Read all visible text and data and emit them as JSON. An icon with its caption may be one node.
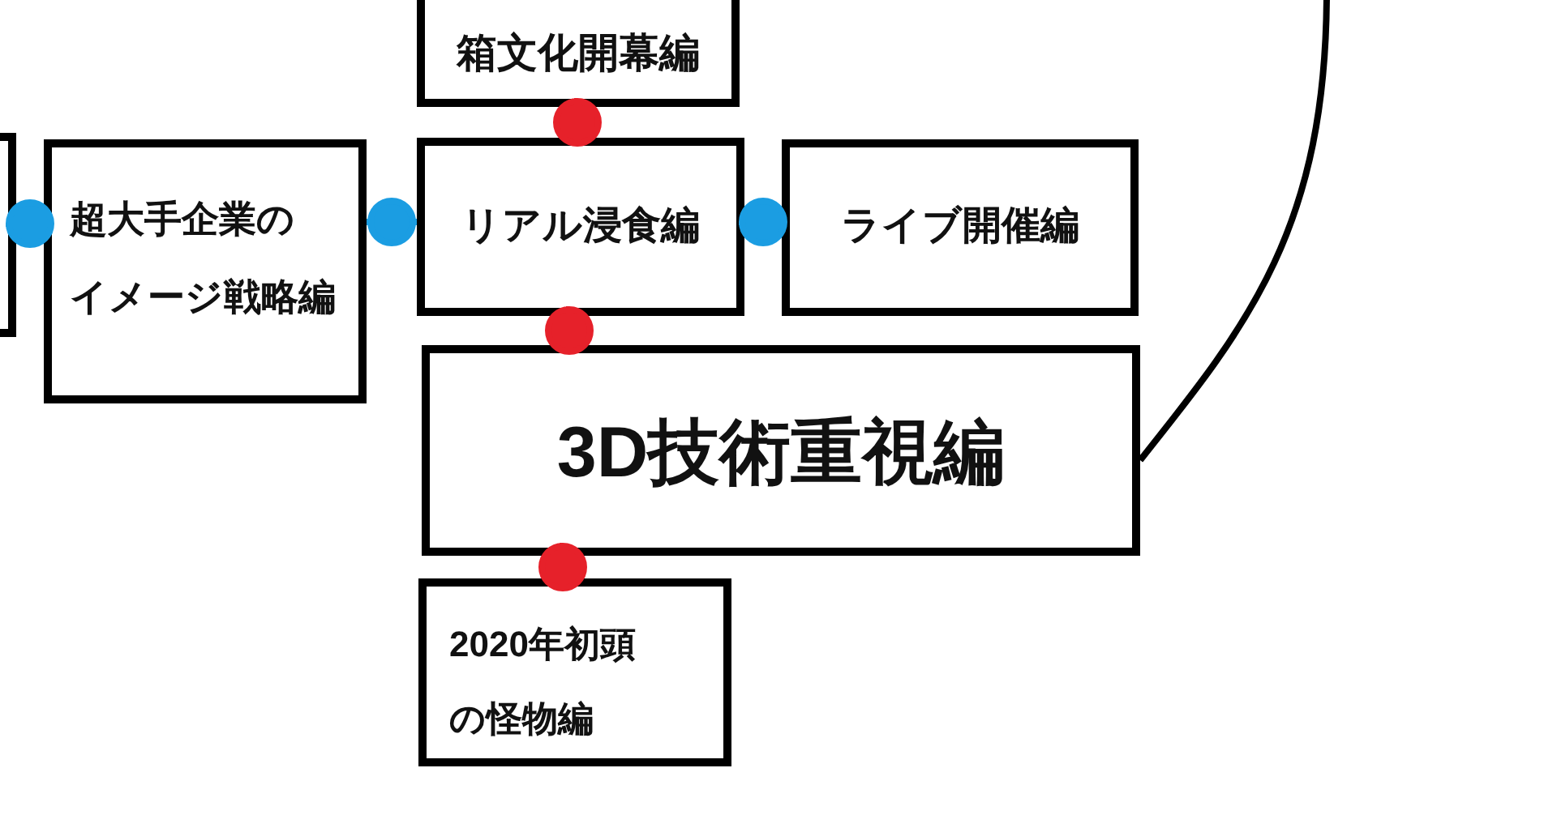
{
  "diagram": {
    "nodes": [
      {
        "text": [
          "箱文化開幕編"
        ]
      },
      {
        "text": [],
        "shape": "box"
      },
      {
        "text": [
          "超大手企業のイメージ戦略編"
        ]
      },
      {
        "text": [
          "リアル浸食編"
        ]
      },
      {
        "text": [
          "ライブ開催編"
        ]
      },
      {
        "text": [
          "3D技術重視編"
        ]
      },
      {
        "text": [
          "2020年初頭の怪物編"
        ]
      }
    ],
    "edges": [
      {
        "from": 1,
        "to": 2,
        "arrow": "none",
        "color": "#1b9de2"
      },
      {
        "from": 2,
        "to": 3,
        "arrow": "none",
        "color": "#1b9de2"
      },
      {
        "from": 3,
        "to": 4,
        "arrow": "none",
        "color": "#1b9de2"
      },
      {
        "from": 0,
        "to": 3,
        "arrow": "none",
        "color": "#e6212a"
      },
      {
        "from": 3,
        "to": 5,
        "arrow": "none",
        "color": "#e6212a"
      },
      {
        "from": 5,
        "to": 6,
        "arrow": "none",
        "color": "#e6212a"
      },
      {
        "from": 5,
        "to": null,
        "arrow": "none",
        "color": "#000000"
      }
    ]
  }
}
